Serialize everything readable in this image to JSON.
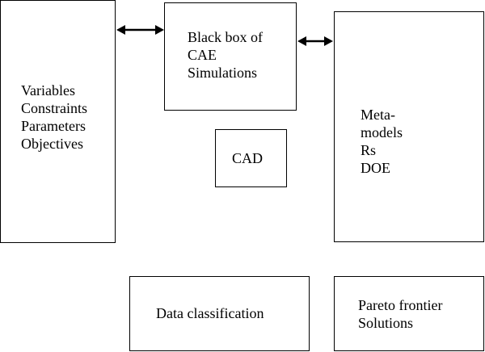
{
  "diagram": {
    "inputs_box": {
      "lines": [
        "Variables",
        "Constraints",
        "Parameters",
        "Objectives"
      ]
    },
    "cae_box": {
      "lines": [
        "Black box of",
        "CAE",
        "Simulations"
      ]
    },
    "metamodels_box": {
      "lines": [
        "Meta-",
        "models",
        "Rs",
        "DOE"
      ]
    },
    "cad_box": {
      "label": "CAD"
    },
    "data_box": {
      "label": "Data classification"
    },
    "pareto_box": {
      "lines": [
        "Pareto frontier",
        "Solutions"
      ]
    },
    "connections": [
      {
        "from": "inputs_box",
        "to": "cae_box",
        "style": "bidirectional-arrow"
      },
      {
        "from": "cae_box",
        "to": "metamodels_box",
        "style": "bidirectional-arrow"
      }
    ]
  }
}
